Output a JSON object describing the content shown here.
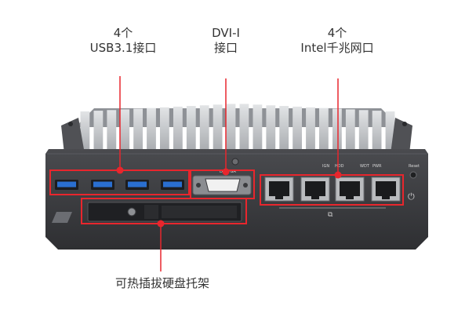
{
  "labels": {
    "usb": {
      "line1": "4个",
      "line2": "USB3.1接口"
    },
    "dvi": {
      "line1": "DVI-I",
      "line2": "接口"
    },
    "lan": {
      "line1": "4个",
      "line2": "Intel千兆网口"
    },
    "tray": {
      "text": "可热插拔硬盘托架"
    }
  },
  "panel_text": {
    "dvi_vga": "DVI-VGA",
    "ign": "IGN",
    "hdd": "HDD",
    "wdt": "WDT",
    "pwr": "PWR",
    "reset": "Reset"
  },
  "colors": {
    "callout": "#e8262d",
    "chassis": "#3a3b3e",
    "heatsink": "#c9cbce",
    "usb_blue": "#2a6fd0"
  }
}
